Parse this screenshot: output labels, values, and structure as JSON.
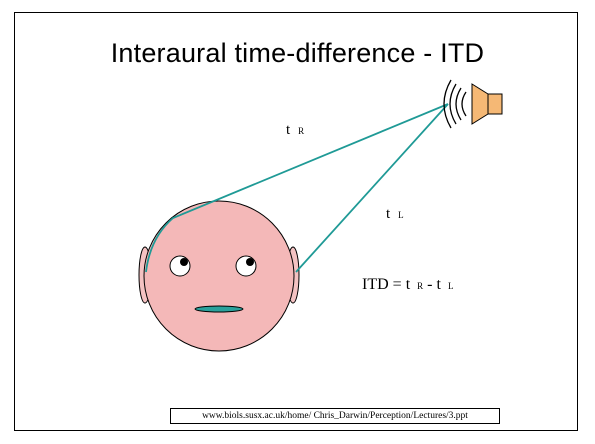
{
  "slide": {
    "title": "Interaural time-difference - ITD",
    "source_text": "www.biols.susx.ac.uk/home/ Chris_Darwin/Perception/Lectures/3.ppt"
  },
  "labels": {
    "t_right": {
      "main": "t",
      "sub": "R"
    },
    "t_left": {
      "main": "t",
      "sub": "L"
    },
    "equation": {
      "lhs": "ITD = ",
      "t1": "t",
      "sub1": "R",
      "minus": " - ",
      "t2": "t",
      "sub2": "L"
    }
  },
  "colors": {
    "path_line": "#1f9a96",
    "head_fill": "#f4b8b8",
    "speaker_fill": "#f5b875",
    "mouth_fill": "#2aa19c",
    "ear_fill": "#f4c2c2"
  },
  "icons": {
    "speaker": "speaker-icon",
    "sound_waves": "sound-waves-icon"
  }
}
